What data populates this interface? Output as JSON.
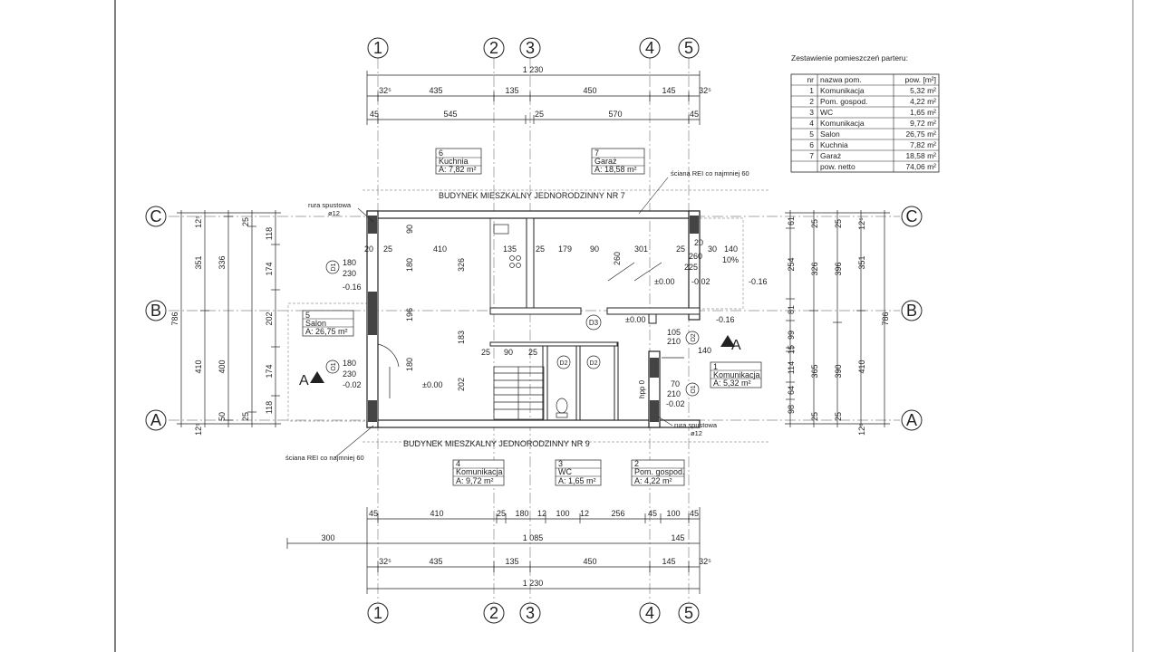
{
  "page": {
    "border_color": "#555555",
    "line_color": "#222222",
    "bg": "#ffffff"
  },
  "axes": {
    "vertical": [
      "1",
      "2",
      "3",
      "4",
      "5"
    ],
    "horizontal": [
      "C",
      "B",
      "A"
    ]
  },
  "dims": {
    "top_total": "1 230",
    "top_row1": [
      "32⁵",
      "435",
      "135",
      "450",
      "145",
      "32⁵"
    ],
    "top_row2": [
      "45",
      "545",
      "25",
      "570",
      "45"
    ],
    "bot_row1": [
      "45",
      "410",
      "25",
      "180",
      "12",
      "100",
      "12",
      "256",
      "45",
      "100",
      "45"
    ],
    "bot_row2": [
      "300",
      "1 085",
      "145"
    ],
    "bot_row3": [
      "32⁵",
      "435",
      "135",
      "450",
      "145",
      "32⁵"
    ],
    "bot_total": "1 230",
    "left_total": "786",
    "left_a": [
      "351",
      "410"
    ],
    "left_b": [
      "336",
      "400"
    ],
    "left_c": [
      "118",
      "174",
      "202",
      "174",
      "118"
    ],
    "left_small": [
      "12⁵",
      "25",
      "50",
      "25",
      "12⁵"
    ],
    "right_total": "786",
    "right_a": [
      "351",
      "410"
    ],
    "right_b": [
      "396",
      "390"
    ],
    "right_c": [
      "326",
      "365"
    ],
    "right_d": [
      "61",
      "254",
      "81",
      "99",
      "15",
      "114",
      "64",
      "98"
    ],
    "right_small": [
      "25",
      "25",
      "25",
      "25",
      "12⁵",
      "12⁵"
    ],
    "inner": [
      "20",
      "25",
      "410",
      "135",
      "25",
      "179",
      "90",
      "301",
      "25",
      "30",
      "140",
      "180",
      "326",
      "260",
      "225",
      "90",
      "180",
      "196",
      "183",
      "202",
      "25",
      "90",
      "25",
      "25",
      "25",
      "30",
      "20",
      "140",
      "105",
      "210",
      "70",
      "210",
      "180",
      "230",
      "180",
      "230"
    ]
  },
  "levels": [
    "-0.16",
    "±0.00",
    "-0.02",
    "-0.16",
    "±0.00",
    "-0.02",
    "-0.16",
    "±0.00",
    "-0.02"
  ],
  "slope": "10%",
  "rooms": [
    {
      "nr": "6",
      "name": "Kuchnia",
      "area": "A: 7,82 m²"
    },
    {
      "nr": "7",
      "name": "Garaż",
      "area": "A: 18,58 m²"
    },
    {
      "nr": "5",
      "name": "Salon",
      "area": "A: 26,75 m²"
    },
    {
      "nr": "1",
      "name": "Komunikacja",
      "area": "A: 5,32 m²"
    },
    {
      "nr": "4",
      "name": "Komunikacja",
      "area": "A: 9,72 m²"
    },
    {
      "nr": "3",
      "name": "WC",
      "area": "A: 1,65 m²"
    },
    {
      "nr": "2",
      "name": "Pom. gospod.",
      "area": "A: 4,22 m²"
    }
  ],
  "notes": {
    "building_top": "BUDYNEK MIESZKALNY   JEDNORODZINNY NR 7",
    "building_bottom": "BUDYNEK MIESZKALNY   JEDNORODZINNY NR 9",
    "wall_top": "ściana REI co najmniej 60",
    "wall_bottom": "ściana REI co najmniej 60",
    "pipe_top": "rura spustowa",
    "pipe_top_d": "ø12",
    "pipe_bottom": "rura spustowa",
    "pipe_bottom_d": "ø12",
    "section_label": "A",
    "hpp": "hpp 0",
    "doors": [
      "D3",
      "D2",
      "D2",
      "D1",
      "O1",
      "O2",
      "O1"
    ]
  },
  "table": {
    "title": "Zestawienie pomieszczeń parteru:",
    "headers": [
      "nr",
      "nazwa pom.",
      "pow. [m²]"
    ],
    "rows": [
      [
        "1",
        "Komunikacja",
        "5,32 m²"
      ],
      [
        "2",
        "Pom. gospod.",
        "4,22 m²"
      ],
      [
        "3",
        "WC",
        "1,65 m²"
      ],
      [
        "4",
        "Komunikacja",
        "9,72 m²"
      ],
      [
        "5",
        "Salon",
        "26,75 m²"
      ],
      [
        "6",
        "Kuchnia",
        "7,82 m²"
      ],
      [
        "7",
        "Garaż",
        "18,58 m²"
      ]
    ],
    "total_label": "pow. netto",
    "total_value": "74,06 m²"
  }
}
